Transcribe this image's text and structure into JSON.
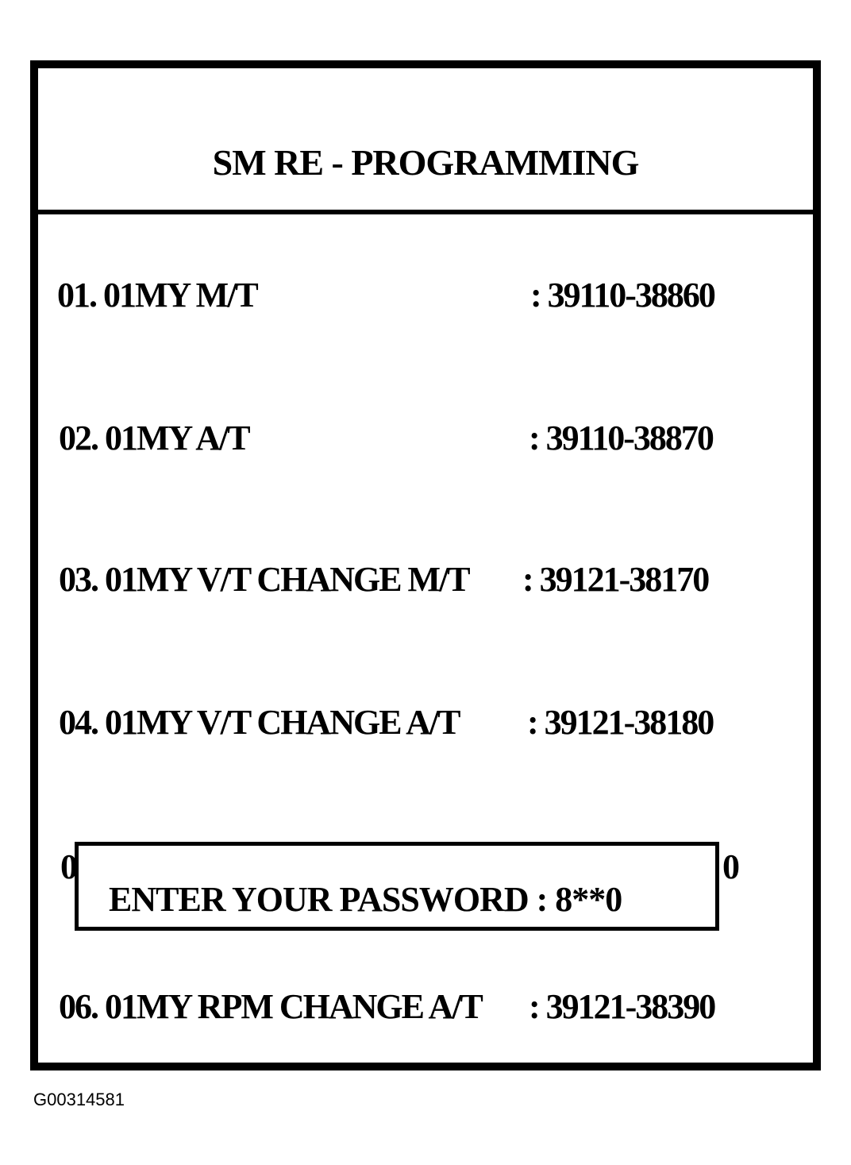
{
  "header": {
    "title": "SM RE - PROGRAMMING"
  },
  "menu": {
    "items": [
      {
        "label": "01. 01MY M/T",
        "code": ": 39110-38860"
      },
      {
        "label": "02. 01MY A/T",
        "code": ": 39110-38870"
      },
      {
        "label": "03. 01MY V/T CHANGE M/T",
        "code": ": 39121-38170"
      },
      {
        "label": "04. 01MY V/T CHANGE A/T",
        "code": ": 39121-38180"
      },
      {
        "label": "06. 01MY RPM CHANGE A/T",
        "code": ": 39121-38390"
      }
    ],
    "obscured_row_left": "0",
    "obscured_row_right": "0"
  },
  "dialog": {
    "prompt": "ENTER YOUR PASSWORD : 8**0"
  },
  "figure_id": "G00314581"
}
